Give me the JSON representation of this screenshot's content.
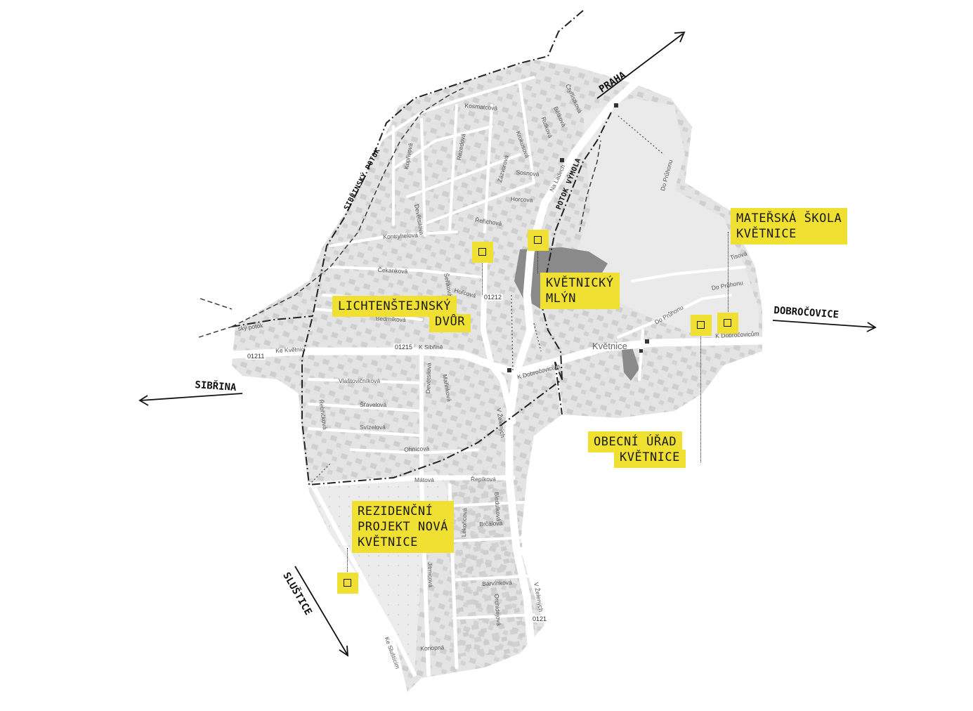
{
  "callouts": [
    {
      "id": "lichtenstejnsky",
      "lines": [
        "LICHTENŠTEJNSKÝ",
        "DVŮR"
      ]
    },
    {
      "id": "kvetnicky",
      "lines": [
        "KVĚTNICKÝ",
        "MLÝN"
      ]
    },
    {
      "id": "materska",
      "lines": [
        "MATEŘSKÁ ŠKOLA",
        "KVĚTNICE"
      ]
    },
    {
      "id": "obecni",
      "lines": [
        "OBECNÍ ÚŘAD",
        "KVĚTNICE"
      ]
    },
    {
      "id": "rezidencni",
      "lines": [
        "REZIDENČNÍ",
        "PROJEKT NOVÁ",
        "KVĚTNICE"
      ]
    }
  ],
  "directions": {
    "praha": "PRAHA",
    "dobrocovice": "DOBROČOVICE",
    "sibrina": "SIBŘINA",
    "slustice": "SLUŠTICE"
  },
  "streams": {
    "sibrinsky": "SIBŘINSKÝ POTOK",
    "vymola": "POTOK VÝMOLA",
    "sibrinsky_small": "ský potok"
  },
  "place_name": "Květnice",
  "road_numbers": [
    "01211",
    "01215",
    "01212",
    "0121"
  ],
  "streets": [
    "Kosmatcová",
    "Čtyřlístková",
    "Bětková",
    "Rutková",
    "Krokusová",
    "Rezedová",
    "Sosnová",
    "Zázvorová",
    "Horcova",
    "Řeřichová",
    "Kontryhelová",
    "Čekanková",
    "Bedrníková",
    "K Sibřině",
    "Ke Květnici",
    "Vlaštovičníková",
    "Šťavelová",
    "Svízelová",
    "Ohnicová",
    "Řebříčková",
    "Devětsilová",
    "Mátová",
    "Řepíková",
    "Bledulková",
    "Brčálová",
    "Barvínková",
    "Lékořicová",
    "Orchidejová",
    "Konopná",
    "Ke Sluštícím",
    "V Želených",
    "K Dobročovicům",
    "Do Průhonu",
    "Tisová",
    "Na Ladech",
    "Mařinková",
    "Jitrnicová",
    "Šeříková",
    "Hořcová",
    "Kopřivová",
    "Devětsilova"
  ],
  "colors": {
    "callout_bg": "#f0e032",
    "map_area": "#e4e4e4",
    "road": "#ffffff",
    "building": "#cdcdcd",
    "pond": "#8a8a8a",
    "boundary": "#222222"
  }
}
